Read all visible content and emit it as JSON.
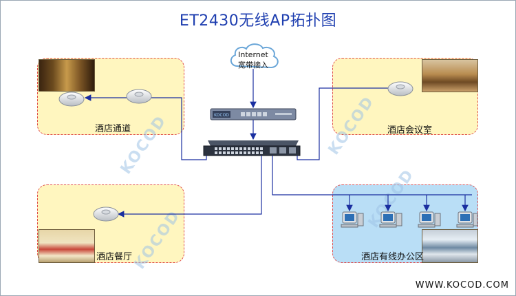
{
  "diagram": {
    "title": "ET2430无线AP拓扑图",
    "internet": {
      "line1": "Internet",
      "line2": "宽带接入"
    },
    "zones": {
      "corridor": "酒店通道",
      "meeting": "酒店会议室",
      "dining": "酒店餐厅",
      "office": "酒店有线办公区"
    },
    "watermark": "KOCOD",
    "website": "WWW.KOCOD.COM",
    "colors": {
      "title": "#1f3fb0",
      "link": "#1a2fa0",
      "zone_border": "#e04a4a",
      "zone_yellow": "#fff6bf",
      "zone_blue": "#b9def6"
    }
  }
}
